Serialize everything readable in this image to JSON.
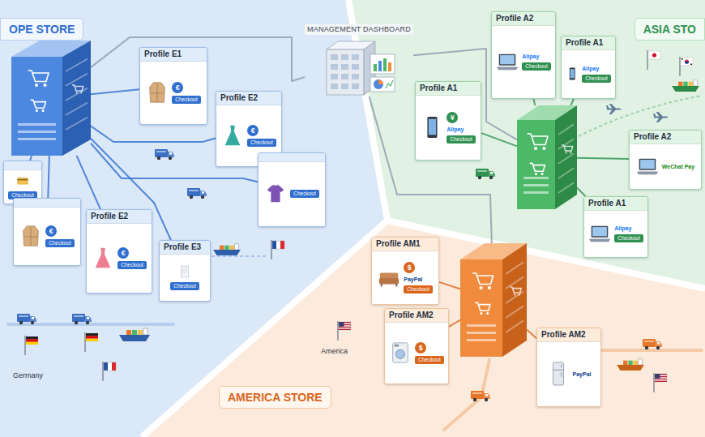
{
  "diagram": {
    "nodes": [
      {
        "text": [
          "OPE STORE"
        ]
      },
      {
        "text": [
          "Profile E1",
          "€",
          "Checkout"
        ],
        "in": 0
      },
      {
        "text": [
          "Profile E2",
          "€",
          "Checkout"
        ],
        "in": 0
      },
      {
        "text": [
          "Checkout"
        ],
        "in": 0
      },
      {
        "text": [
          "Checkout"
        ],
        "in": 0
      },
      {
        "text": [
          "€",
          "Checkout"
        ],
        "in": 0
      },
      {
        "text": [
          "Profile E2",
          "€",
          "Checkout"
        ],
        "in": 0
      },
      {
        "text": [
          "Profile E3",
          "Checkout"
        ],
        "in": 0
      },
      {
        "text": [
          "MANAGEMENT DASHBOARD"
        ]
      },
      {
        "text": [
          "ASIA STO"
        ]
      },
      {
        "text": [
          "Profile A2",
          "Alipay",
          "Checkout"
        ],
        "in": 9
      },
      {
        "text": [
          "Profile A1",
          "Alipay",
          "Checkout"
        ],
        "in": 9
      },
      {
        "text": [
          "Profile A1",
          "¥",
          "Alipay",
          "Checkout"
        ],
        "in": 9
      },
      {
        "text": [
          "Profile A2",
          "WeChat Pay"
        ],
        "in": 9
      },
      {
        "text": [
          "Profile A1",
          "Alipay",
          "Checkout"
        ],
        "in": 9
      },
      {
        "text": [
          "AMERICA STORE"
        ]
      },
      {
        "text": [
          "Profile AM1",
          "$",
          "PayPal",
          "Checkout"
        ],
        "in": 15
      },
      {
        "text": [
          "Profile AM2",
          "$",
          "Checkout"
        ],
        "in": 15
      },
      {
        "text": [
          "Profile AM2",
          "PayPal"
        ],
        "in": 15
      }
    ],
    "edges": [
      {
        "from": 8,
        "to": 0,
        "arrow": "none"
      },
      {
        "from": 8,
        "to": 9,
        "arrow": "none"
      },
      {
        "from": 8,
        "to": 15,
        "arrow": "none"
      },
      {
        "from": 0,
        "to": 1,
        "arrow": "none"
      },
      {
        "from": 0,
        "to": 2,
        "arrow": "none"
      },
      {
        "from": 0,
        "to": 3,
        "arrow": "none"
      },
      {
        "from": 0,
        "to": 4,
        "arrow": "none"
      },
      {
        "from": 0,
        "to": 5,
        "arrow": "none"
      },
      {
        "from": 0,
        "to": 6,
        "arrow": "none"
      },
      {
        "from": 0,
        "to": 7,
        "arrow": "none"
      },
      {
        "from": 9,
        "to": 10,
        "arrow": "none"
      },
      {
        "from": 9,
        "to": 11,
        "arrow": "none"
      },
      {
        "from": 9,
        "to": 12,
        "arrow": "none"
      },
      {
        "from": 9,
        "to": 13,
        "arrow": "none"
      },
      {
        "from": 9,
        "to": 14,
        "arrow": "none"
      },
      {
        "from": 15,
        "to": 16,
        "arrow": "none"
      },
      {
        "from": 15,
        "to": 17,
        "arrow": "none"
      },
      {
        "from": 15,
        "to": 18,
        "arrow": "none"
      }
    ],
    "labels": [
      "Germany",
      "America"
    ]
  }
}
